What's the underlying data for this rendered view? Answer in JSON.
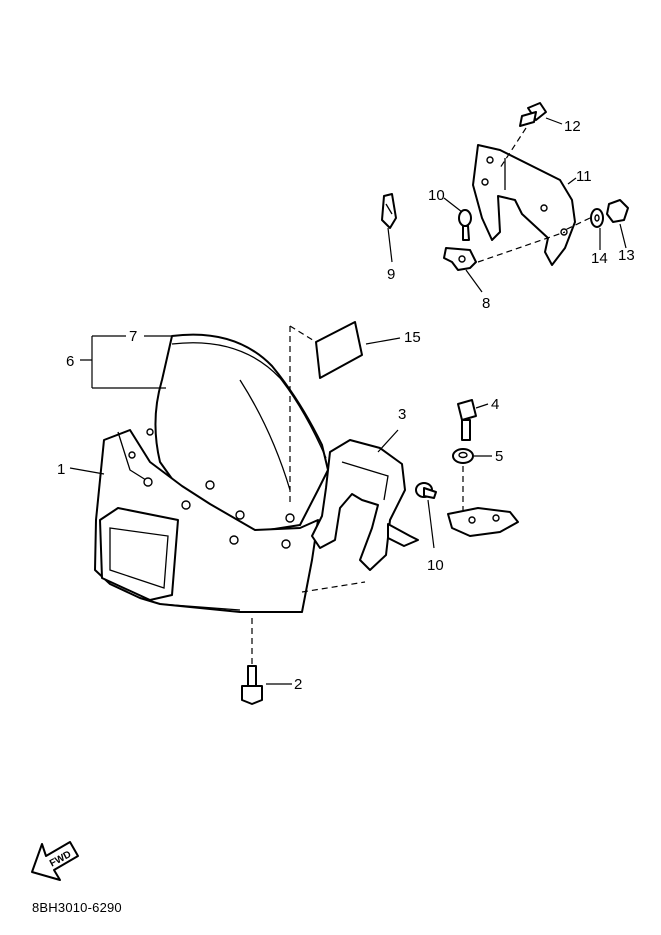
{
  "parts": [
    {
      "id": "1",
      "label": "1"
    },
    {
      "id": "2",
      "label": "2"
    },
    {
      "id": "3",
      "label": "3"
    },
    {
      "id": "4",
      "label": "4"
    },
    {
      "id": "5",
      "label": "5"
    },
    {
      "id": "6",
      "label": "6"
    },
    {
      "id": "7",
      "label": "7"
    },
    {
      "id": "8",
      "label": "8"
    },
    {
      "id": "9",
      "label": "9"
    },
    {
      "id": "10a",
      "label": "10"
    },
    {
      "id": "10b",
      "label": "10"
    },
    {
      "id": "11",
      "label": "11"
    },
    {
      "id": "12",
      "label": "12"
    },
    {
      "id": "13",
      "label": "13"
    },
    {
      "id": "14",
      "label": "14"
    },
    {
      "id": "15",
      "label": "15"
    }
  ],
  "fwd_arrow": {
    "text": "FWD"
  },
  "reference_code": "8BH3010-6290"
}
